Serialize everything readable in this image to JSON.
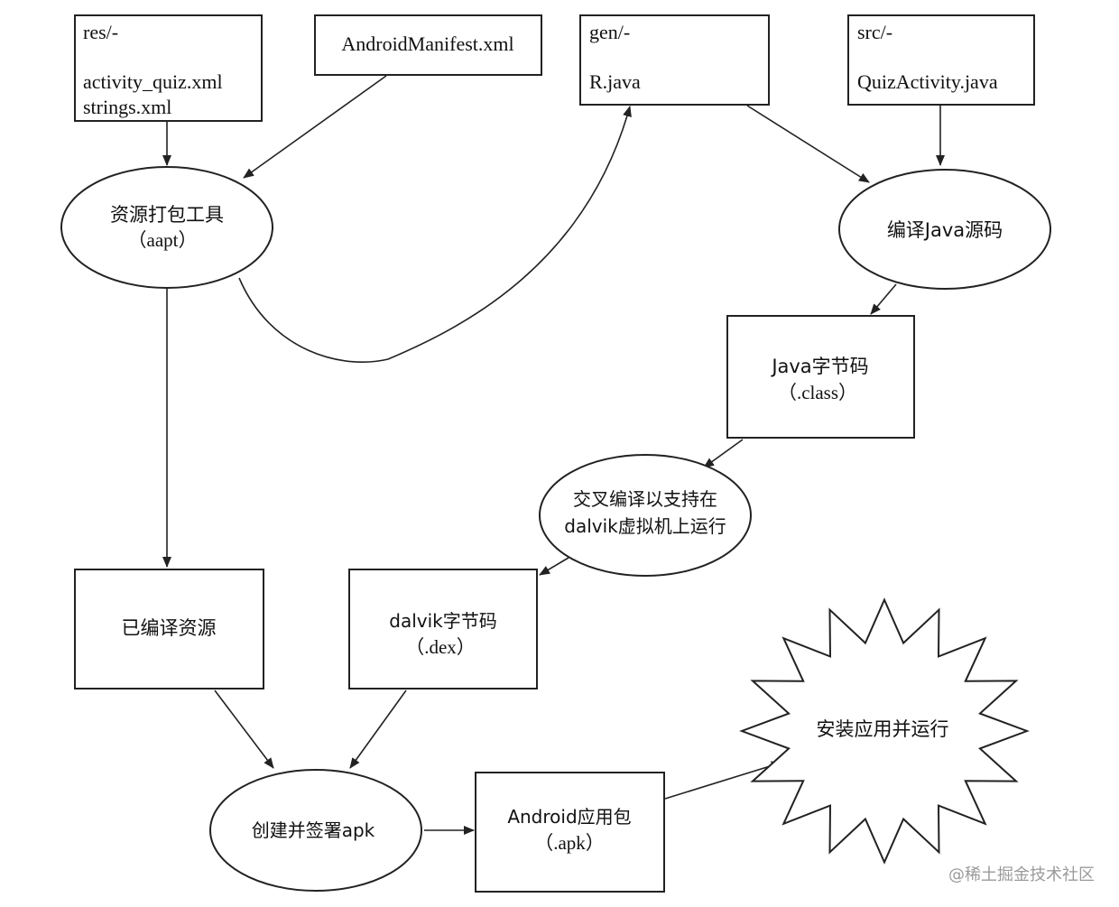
{
  "nodes": {
    "res_dir": {
      "line1": "res/-",
      "line2": "activity_quiz.xml",
      "line3": "strings.xml"
    },
    "manifest": {
      "label": "AndroidManifest.xml"
    },
    "gen_dir": {
      "line1": "gen/-",
      "line2": "R.java"
    },
    "src_dir": {
      "line1": "src/-",
      "line2": "QuizActivity.java"
    },
    "aapt": {
      "line1": "资源打包工具",
      "line2": "（aapt）"
    },
    "javac": {
      "label": "编译Java源码"
    },
    "java_bytecode": {
      "line1": "Java字节码",
      "line2": "（.class）"
    },
    "dx": {
      "line1": "交叉编译以支持在",
      "line2": "dalvik虚拟机上运行"
    },
    "compiled_res": {
      "label": "已编译资源"
    },
    "dalvik_bytecode": {
      "line1": "dalvik字节码",
      "line2": "（.dex）"
    },
    "install_run": {
      "label": "安装应用并运行"
    },
    "apkbuilder": {
      "label": "创建并签署apk"
    },
    "android_apk": {
      "line1": "Android应用包",
      "line2": "（.apk）"
    }
  },
  "watermark": "@稀土掘金技术社区"
}
